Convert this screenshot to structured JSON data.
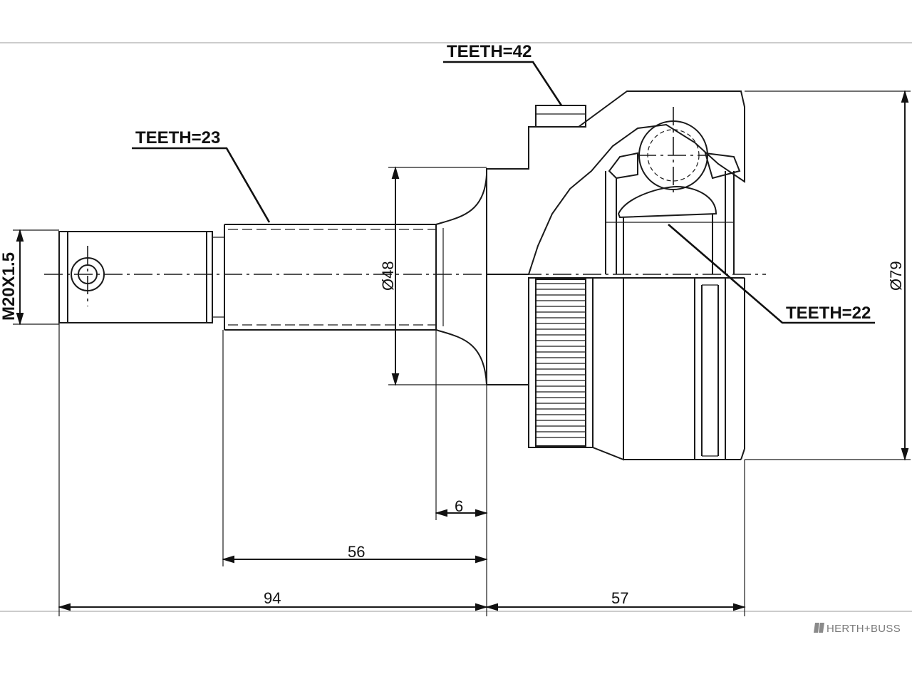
{
  "labels": {
    "teeth_42": "TEETH=42",
    "teeth_23": "TEETH=23",
    "teeth_22": "TEETH=22",
    "thread": "M20X1.5",
    "dia_48": "Ø48",
    "dia_79": "Ø79"
  },
  "dimensions": {
    "d6": "6",
    "d56": "56",
    "d94": "94",
    "d57": "57"
  },
  "brand": {
    "name": "HERTH+BUSS"
  }
}
